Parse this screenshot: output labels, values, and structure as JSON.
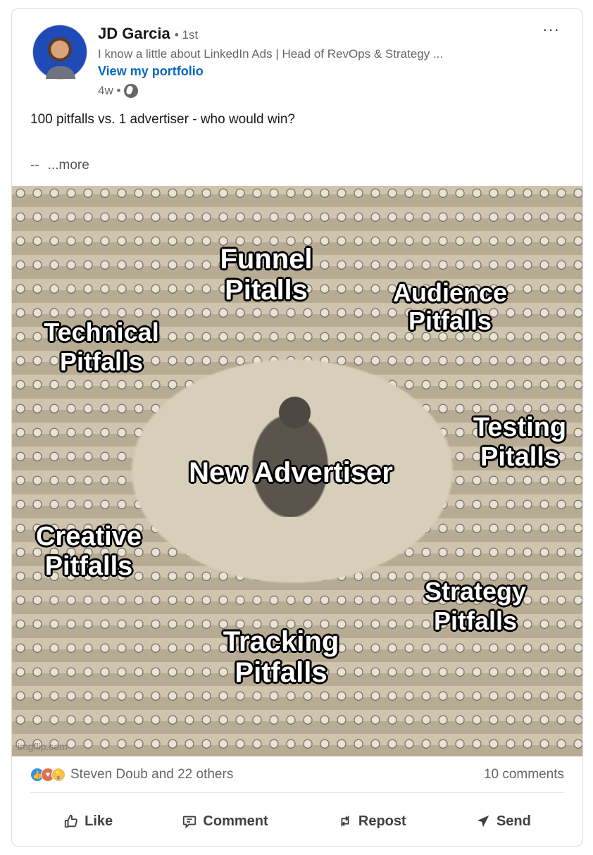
{
  "author": {
    "name": "JD Garcia",
    "degree": "• 1st",
    "headline": "I know a little about LinkedIn Ads | Head of RevOps & Strategy ...",
    "link": "View my portfolio",
    "time": "4w •"
  },
  "menu_label": "···",
  "post": {
    "text": "100 pitfalls vs. 1 advertiser - who would win?",
    "continuation": "--",
    "see_more": "...more"
  },
  "meme": {
    "labels": {
      "funnel": "Funnel\nPitalls",
      "audience": "Audience\nPitfalls",
      "technical": "Technical\nPitfalls",
      "testing": "Testing\nPitalls",
      "center": "New Advertiser",
      "creative": "Creative\nPitfalls",
      "strategy": "Strategy\nPitfalls",
      "tracking": "Tracking\nPitfalls"
    },
    "watermark": "imgflip.com"
  },
  "social": {
    "reactions": "Steven Doub and 22 others",
    "comments": "10 comments"
  },
  "actions": {
    "like": "Like",
    "comment": "Comment",
    "repost": "Repost",
    "send": "Send"
  },
  "colors": {
    "link": "#0a66c2",
    "like": "#378fe9",
    "love": "#df704d",
    "insight": "#f5bb5c"
  }
}
